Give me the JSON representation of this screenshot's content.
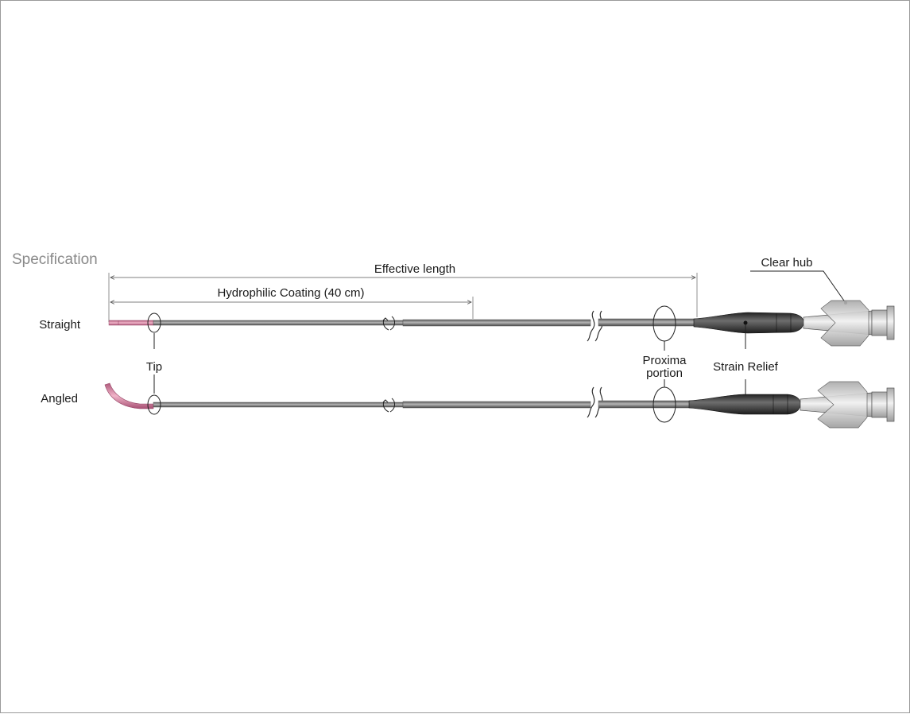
{
  "title": "Specification",
  "labels": {
    "effective_length": "Effective length",
    "hydrophilic_coating": "Hydrophilic Coating (40 cm)",
    "clear_hub": "Clear hub",
    "straight": "Straight",
    "angled": "Angled",
    "tip": "Tip",
    "proximal_line1": "Proxima",
    "proximal_line2": "portion",
    "strain_relief": "Strain Relief"
  },
  "colors": {
    "tip": "#d98aa8",
    "shaft": "#8c8c8c",
    "strain_relief": "#3a3a3a",
    "hub": "#c8c8c8",
    "title": "#8a8a8a"
  }
}
